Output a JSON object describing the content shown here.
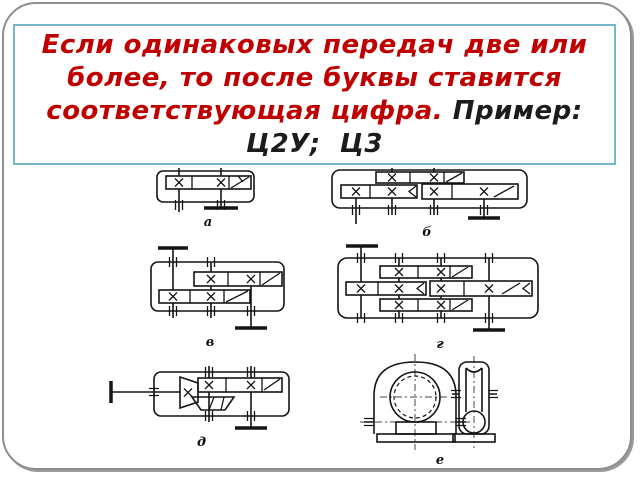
{
  "slide": {
    "background_color": "#ffffff",
    "frame_color": "#8e8e8e"
  },
  "callout": {
    "border_color": "#74b7cd",
    "red_color": "#c00000",
    "dark_color": "#1c1c1c",
    "line1": "Если одинаковых передач две или",
    "line2": "более, то после буквы ставится",
    "line3_red": "соответствующая цифра.",
    "line3_dark": " Пример:",
    "line4": "Ц2У;  Ц3"
  },
  "figure": {
    "labels": {
      "a": "а",
      "b": "б",
      "v": "в",
      "g": "г",
      "d": "д",
      "e": "е"
    }
  }
}
